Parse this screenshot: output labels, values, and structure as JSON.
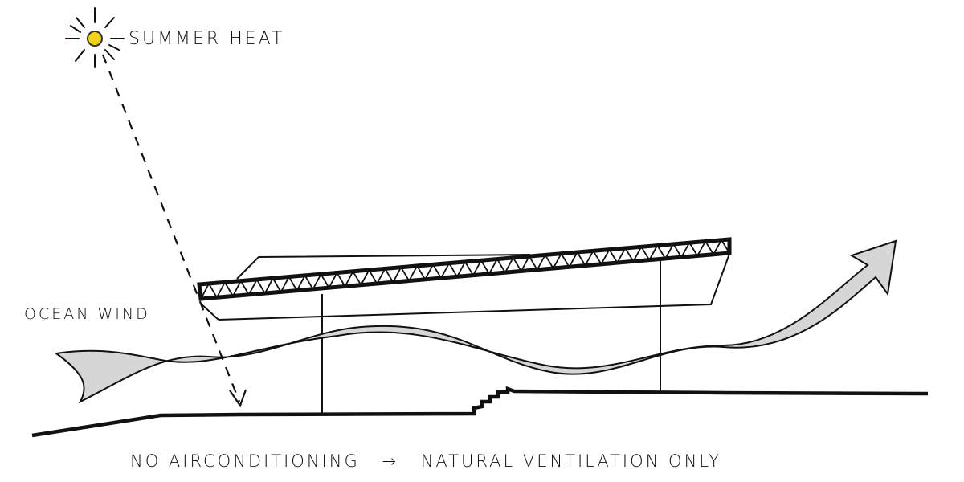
{
  "labels": {
    "sun": "SUMMER HEAT",
    "wind": "OCEAN WIND",
    "caption_left": "NO AIRCONDITIONING",
    "caption_arrow": "→",
    "caption_right": "NATURAL VENTILATION ONLY"
  },
  "colors": {
    "ink": "#111111",
    "sun": "#f2d21b",
    "wind_fill": "#d6d6d6"
  }
}
